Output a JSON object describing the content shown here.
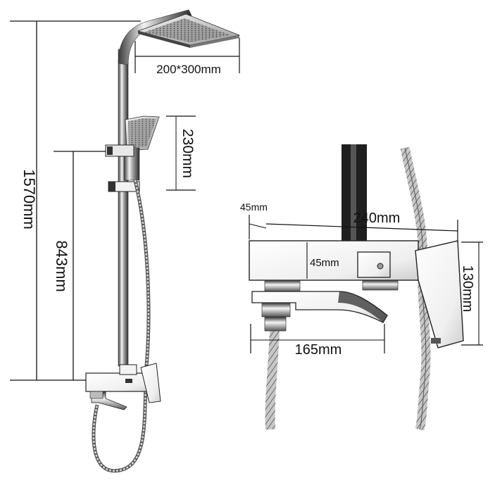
{
  "dimensions": {
    "overall_height": "1570mm",
    "mixer_height": "843mm",
    "rain_head_size": "200*300mm",
    "hand_shower_height": "230mm",
    "body_offset": "45mm",
    "body_width": "240mm",
    "body_inner": "45mm",
    "body_height": "130mm",
    "spout_length": "165mm"
  },
  "colors": {
    "chrome_dark": "#2b2b2b",
    "chrome_mid": "#8a8a8a",
    "white_body": "#f4f4f4",
    "line": "#111111"
  }
}
